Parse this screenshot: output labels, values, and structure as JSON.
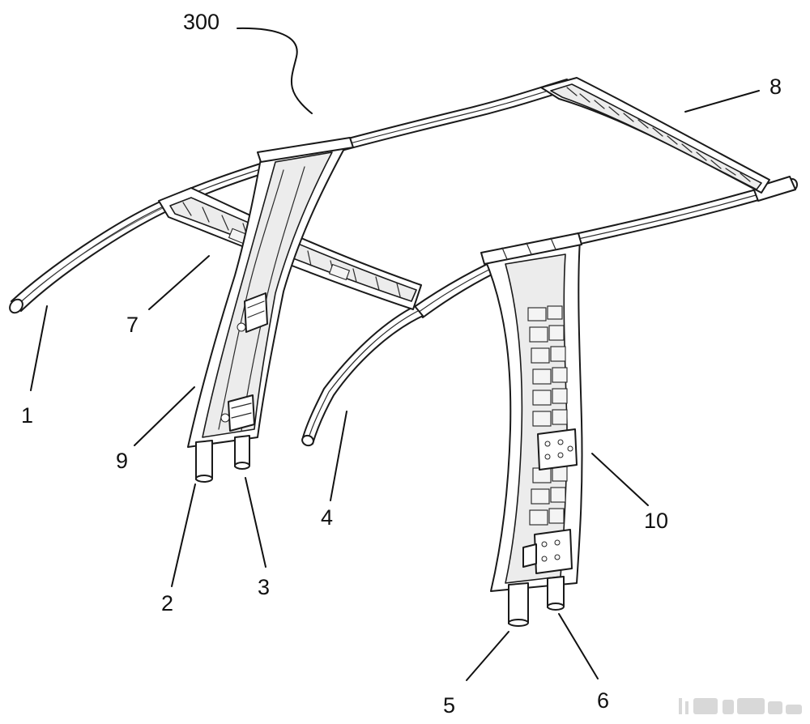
{
  "figure": {
    "reference_numerals": {
      "assembly": "300",
      "n1": "1",
      "n2": "2",
      "n3": "3",
      "n4": "4",
      "n5": "5",
      "n6": "6",
      "n7": "7",
      "n8": "8",
      "n9": "9",
      "n10": "10"
    }
  }
}
